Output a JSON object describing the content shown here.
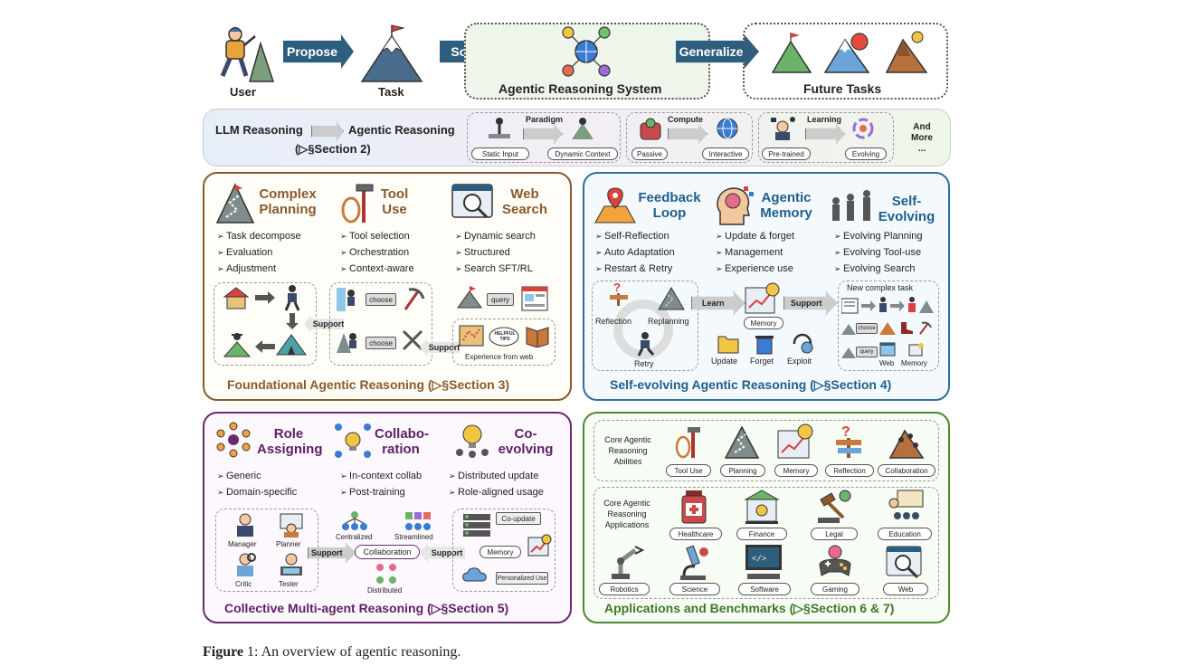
{
  "top": {
    "user": "User",
    "propose": "Propose",
    "task": "Task",
    "solve": "Solve",
    "system": "Agentic Reasoning System",
    "generalize": "Generalize",
    "future": "Future Tasks"
  },
  "band": {
    "llm": "LLM Reasoning",
    "agentic": "Agentic Reasoning",
    "section": "(▷§Section 2)",
    "paradigm": "Paradigm",
    "static_input": "Static Input",
    "dynamic_context": "Dynamic Context",
    "compute": "Compute",
    "passive": "Passive",
    "interactive": "Interactive",
    "learning": "Learning",
    "pretrained": "Pre-trained",
    "evolving": "Evolving",
    "and_more": "And More ..."
  },
  "p1": {
    "col1_title": "Complex Planning",
    "col1_items": [
      "Task decompose",
      "Evaluation",
      "Adjustment"
    ],
    "col2_title": "Tool Use",
    "col2_items": [
      "Tool selection",
      "Orchestration",
      "Context-aware"
    ],
    "col3_title": "Web Search",
    "col3_items": [
      "Dynamic search",
      "Structured",
      "Search SFT/RL"
    ],
    "support": "Support",
    "choose": "choose",
    "query": "query",
    "tips": "HELPFUL TIPS",
    "experience": "Experience from web",
    "footer": "Foundational Agentic Reasoning (▷§Section 3)"
  },
  "p2": {
    "col1_title": "Feedback Loop",
    "col1_items": [
      "Self-Reflection",
      "Auto Adaptation",
      "Restart & Retry"
    ],
    "col2_title": "Agentic Memory",
    "col2_items": [
      "Update & forget",
      "Management",
      "Experience use"
    ],
    "col3_title": "Self-Evolving",
    "col3_items": [
      "Evolving Planning",
      "Evolving Tool-use",
      "Evolving Search"
    ],
    "reflection": "Reflection",
    "replanning": "Replanning",
    "retry": "Retry",
    "learn": "Learn",
    "memory": "Memory",
    "support": "Support",
    "update": "Update",
    "forget": "Forget",
    "exploit": "Exploit",
    "new_task": "New complex task",
    "choose": "choose",
    "query": "query",
    "web": "Web",
    "memory2": "Memory",
    "footer": "Self-evolving Agentic Reasoning (▷§Section 4)"
  },
  "p3": {
    "col1_title": "Role Assigning",
    "col1_items": [
      "Generic",
      "Domain-specific"
    ],
    "col2_title": "Collabo-ration",
    "col2_items": [
      "In-context collab",
      "Post-training"
    ],
    "col3_title": "Co-evolving",
    "col3_items": [
      "Distributed update",
      "Role-aligned usage"
    ],
    "manager": "Manager",
    "planner": "Planner",
    "critic": "Critic",
    "tester": "Tester",
    "centralized": "Centralized",
    "streamlined": "Streamlined",
    "distributed": "Distributed",
    "support": "Support",
    "collaboration": "Collaboration",
    "co_update": "Co-update",
    "memory": "Memory",
    "personalized": "Personalized Use",
    "footer": "Collective Multi-agent Reasoning (▷§Section 5)"
  },
  "p4": {
    "abilities_label": "Core Agentic Reasoning Abilities",
    "abilities": [
      "Tool Use",
      "Planning",
      "Memory",
      "Reflection",
      "Collaboration"
    ],
    "apps_label": "Core Agentic Reasoning Applications",
    "apps_row1": [
      "Healthcare",
      "Finance",
      "Legal",
      "Education"
    ],
    "apps_row2": [
      "Robotics",
      "Science",
      "Software",
      "Gaming",
      "Web"
    ],
    "footer": "Applications and Benchmarks (▷§Section 6 & 7)"
  },
  "caption": {
    "label": "Figure",
    "number": "1",
    "text": ": An overview of agentic reasoning."
  },
  "colors": {
    "banner": "#2e5e7e",
    "p1_border": "#8b5a2b",
    "p1_title": "#8b5a2b",
    "p2_border": "#2e6f9e",
    "p2_title": "#1f5f8b",
    "p3_border": "#6a2a72",
    "p3_title": "#5d1f66",
    "p4_border": "#4b8a2e",
    "p4_title": "#3b7a23"
  }
}
